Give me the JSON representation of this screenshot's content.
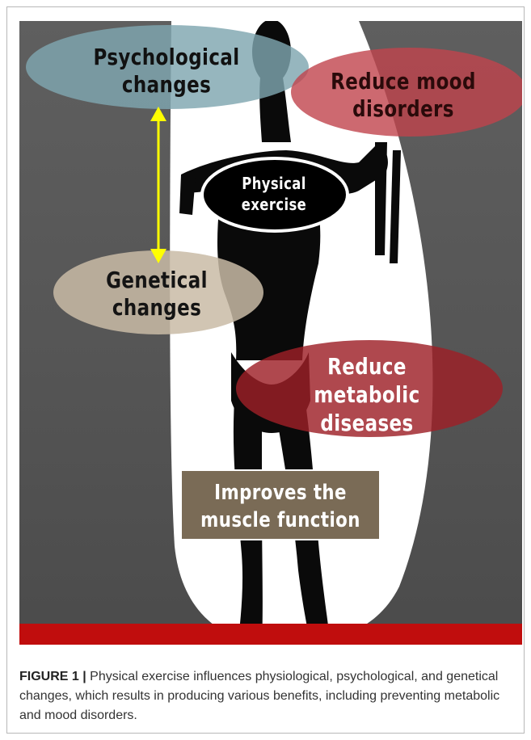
{
  "figure": {
    "labels": {
      "psychological": [
        "Psychological",
        "changes"
      ],
      "mood": [
        "Reduce mood",
        "disorders"
      ],
      "exercise": [
        "Physical",
        "exercise"
      ],
      "genetical": [
        "Genetical",
        "changes"
      ],
      "metabolic": [
        "Reduce",
        "metabolic",
        "diseases"
      ],
      "muscle": [
        "Improves the",
        "muscle function"
      ]
    },
    "colors": {
      "background": "#575757",
      "psychological_ellipse": "#7fa6b0",
      "mood_ellipse": "#c0444c",
      "genetical_ellipse": "#c9bba6",
      "metabolic_ellipse": "#9e2027",
      "muscle_box": "#7a6b56",
      "arrow": "#ffff00",
      "floor": "#c00d0d"
    }
  },
  "caption": {
    "label": "FIGURE 1 |",
    "text": " Physical exercise influences physiological, psychological, and genetical changes, which results in producing various benefits, including preventing metabolic and mood disorders."
  }
}
